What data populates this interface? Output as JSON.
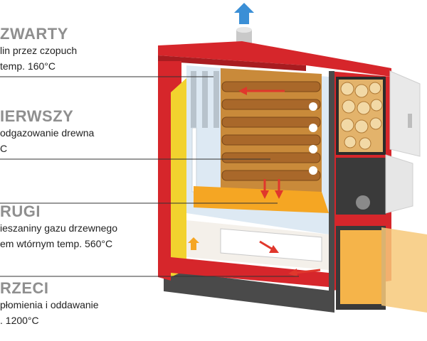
{
  "labels": [
    {
      "title": "ZWARTY",
      "lines": [
        "lin przez czopuch",
        "temp. 160°C"
      ]
    },
    {
      "title": "IERWSZY",
      "lines": [
        "odgazowanie drewna",
        "C"
      ]
    },
    {
      "title": "RUGI",
      "lines": [
        "ieszaniny gazu drzewnego",
        "em wtórnym temp. 560°C"
      ]
    },
    {
      "title": "RZECI",
      "lines": [
        "płomienia i oddawanie",
        ". 1200°C"
      ]
    }
  ],
  "colors": {
    "red": "#d6262b",
    "darkgrey": "#5a5a5a",
    "wood": "#c98a3a",
    "flame": "#f5a623",
    "water": "#dbe9f5",
    "arrow": "#e0372c",
    "exhaust": "#3b8fd6"
  }
}
